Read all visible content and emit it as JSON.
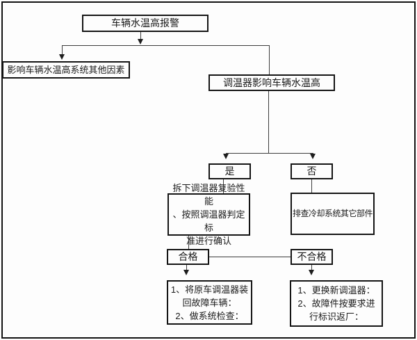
{
  "flowchart": {
    "nodes": {
      "alarm": "车辆水温高报警",
      "other_factors": "影响车辆水温高系统其他因素",
      "thermostat": "调温器影响车辆水温高",
      "yes": "是",
      "no": "否",
      "inspect": [
        "拆下调温器复验性能",
        "、按照调温器判定标",
        "准进行确认"
      ],
      "check_other_parts": "排查冷却系统其它部件",
      "pass": "合格",
      "fail": "不合格",
      "pass_action": [
        "1、将原车调温器装",
        "回故障车辆：",
        "2、做系统检查："
      ],
      "fail_action": [
        "1、更换新调温器：",
        "2、故障件按要求进",
        "行标识返厂："
      ]
    },
    "edges": [
      {
        "from": "alarm",
        "to": "other_factors"
      },
      {
        "from": "alarm",
        "to": "thermostat"
      },
      {
        "from": "thermostat",
        "to": "yes"
      },
      {
        "from": "thermostat",
        "to": "no"
      },
      {
        "from": "yes",
        "to": "inspect"
      },
      {
        "from": "no",
        "to": "check_other_parts"
      },
      {
        "from": "inspect",
        "to": "pass"
      },
      {
        "from": "pass",
        "to": "fail"
      },
      {
        "from": "pass",
        "to": "pass_action"
      },
      {
        "from": "fail",
        "to": "fail_action"
      }
    ],
    "colors": {
      "background": "#fdfdfd",
      "box_border": "#141414",
      "connector": "#3c3c3c",
      "text": "#1a1a1a"
    }
  }
}
